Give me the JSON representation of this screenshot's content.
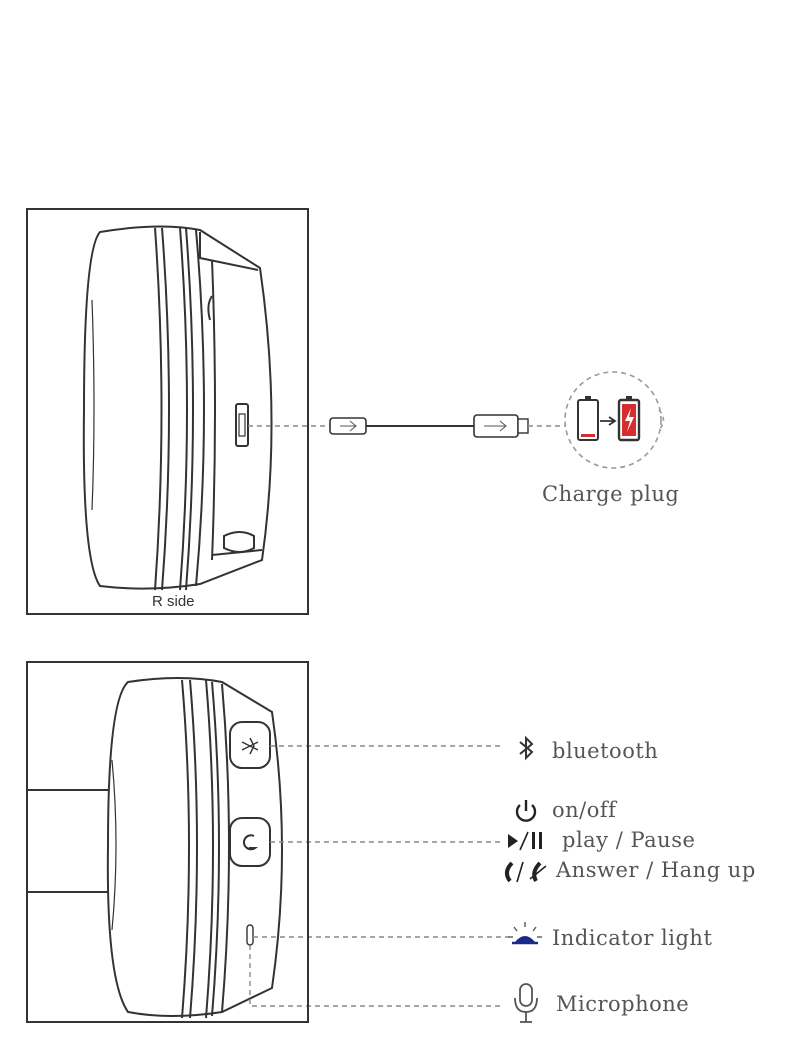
{
  "panel_top": {
    "side_label": "R side",
    "charge_label": "Charge plug"
  },
  "panel_bottom": {
    "bluetooth_label": "bluetooth",
    "onoff_label": "on/off",
    "play_label": "play / Pause",
    "answer_label": "Answer / Hang up",
    "indicator_label": "Indicator light",
    "microphone_label": "Microphone"
  },
  "colors": {
    "line": "#333333",
    "dash": "#888888",
    "text": "#555555",
    "charge_red": "#d62e2e",
    "indicator_blue": "#1a2a8a"
  }
}
